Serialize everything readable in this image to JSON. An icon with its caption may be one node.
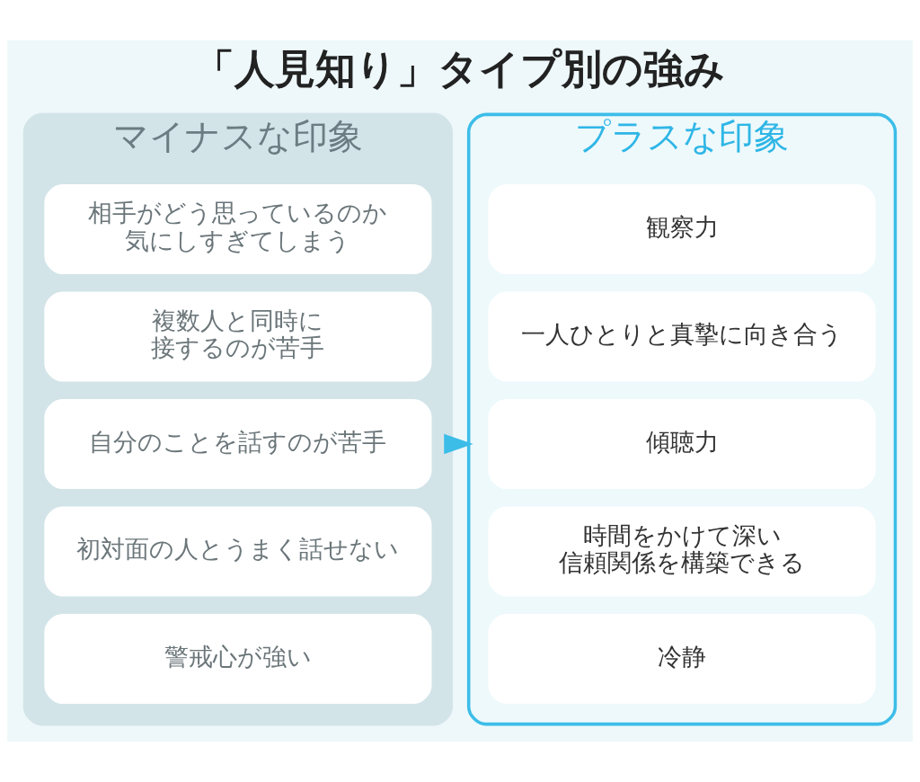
{
  "diagram": {
    "title": "「人見知り」タイプ別の強み",
    "nodes": [
      {
        "text": [
          "マイナスな印象"
        ]
      },
      {
        "text": [
          "相手がどう思っているのか気にしすぎてしまう"
        ],
        "in": 0
      },
      {
        "text": [
          "複数人と同時に接するのが苦手"
        ],
        "in": 0
      },
      {
        "text": [
          "自分のことを話すのが苦手"
        ],
        "in": 0
      },
      {
        "text": [
          "初対面の人とうまく話せない"
        ],
        "in": 0
      },
      {
        "text": [
          "警戒心が強い"
        ],
        "in": 0
      },
      {
        "text": [
          "プラスな印象"
        ]
      },
      {
        "text": [
          "観察力"
        ],
        "in": 6
      },
      {
        "text": [
          "一人ひとりと真摯に向き合う"
        ],
        "in": 6
      },
      {
        "text": [
          "傾聴力"
        ],
        "in": 6
      },
      {
        "text": [
          "時間をかけて深い信頼関係を構築できる"
        ],
        "in": 6
      },
      {
        "text": [
          "冷静"
        ],
        "in": 6
      }
    ],
    "edges": [
      {
        "from": 0,
        "to": 6,
        "arrow": "to"
      }
    ]
  }
}
